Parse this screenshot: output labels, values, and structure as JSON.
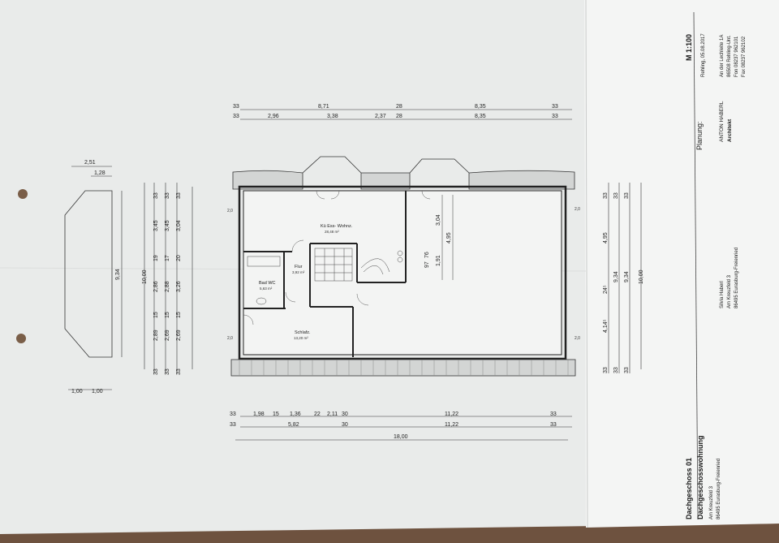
{
  "sheet": {
    "scale": "M 1:100",
    "place_date": "Rehling, 05.08.2017",
    "planung_label": "Planung:",
    "title_main": "Dachgeschoss 01",
    "title_sub": "Dachgeschosswohnung",
    "client": {
      "name": "Silvia  Haberl",
      "street": "Am Kreuzfeld 3",
      "city": "86495 Eurasburg-Freienried"
    },
    "client_short": {
      "street": "Am Kreuzfeld 3",
      "city": "86495 Eurasburg-Freienried"
    },
    "architect": {
      "name": "ANTON HABERL",
      "title": "Architekt",
      "street": "An der Lechleite 1A",
      "city": "86508 Rehling-Unt.",
      "phone": "Fon  08237 962101",
      "fax": "Fax  08237 962102"
    }
  },
  "rooms": [
    {
      "name": "Kü Ess- Wohnz.",
      "area": "28,48 m²"
    },
    {
      "name": "Flur",
      "area": "3,92 m²"
    },
    {
      "name": "Bad WC",
      "area": "5,63 m²"
    },
    {
      "name": "Schlafz.",
      "area": "13,20 m²"
    }
  ],
  "dimensions": {
    "top_row1": [
      "33",
      "8,71",
      "28",
      "8,35",
      "33"
    ],
    "top_row2": [
      "33",
      "2,96",
      "3,38",
      "2,37",
      "28",
      "8,35",
      "33"
    ],
    "bottom_row1": [
      "33",
      "1,98",
      "15",
      "1,36",
      "22",
      "2,11",
      "30",
      "11,22",
      "33"
    ],
    "bottom_row2": [
      "33",
      "5,82",
      "30",
      "11,22",
      "33"
    ],
    "bottom_total": "18,00",
    "left_vert1": [
      "33",
      "2,89",
      "15",
      "2,86",
      "19",
      "3,45",
      "33"
    ],
    "left_vert2": [
      "33",
      "2,69",
      "15",
      "2,88",
      "17",
      "3,45",
      "33"
    ],
    "left_vert3": [
      "33",
      "2,69",
      "15",
      "3,26",
      "20",
      "3,04",
      "33"
    ],
    "left_total": "10,00",
    "right_vert1": [
      "33",
      "4,14⁵",
      "24⁵",
      "4,95",
      "33"
    ],
    "right_vert2": [
      "33",
      "9,34",
      "33"
    ],
    "right_vert3": [
      "33",
      "9,34",
      "33"
    ],
    "right_total": "10,00",
    "inner_v": [
      "3,04",
      "4,95",
      "97",
      "76",
      "1,91"
    ],
    "side_marks": [
      "2,0",
      "2,0",
      "2,0",
      "2,0"
    ],
    "section_top": [
      "2,51",
      "1,28"
    ],
    "section_bottom": [
      "1,00",
      "1,00"
    ],
    "section_height": "9,34"
  }
}
